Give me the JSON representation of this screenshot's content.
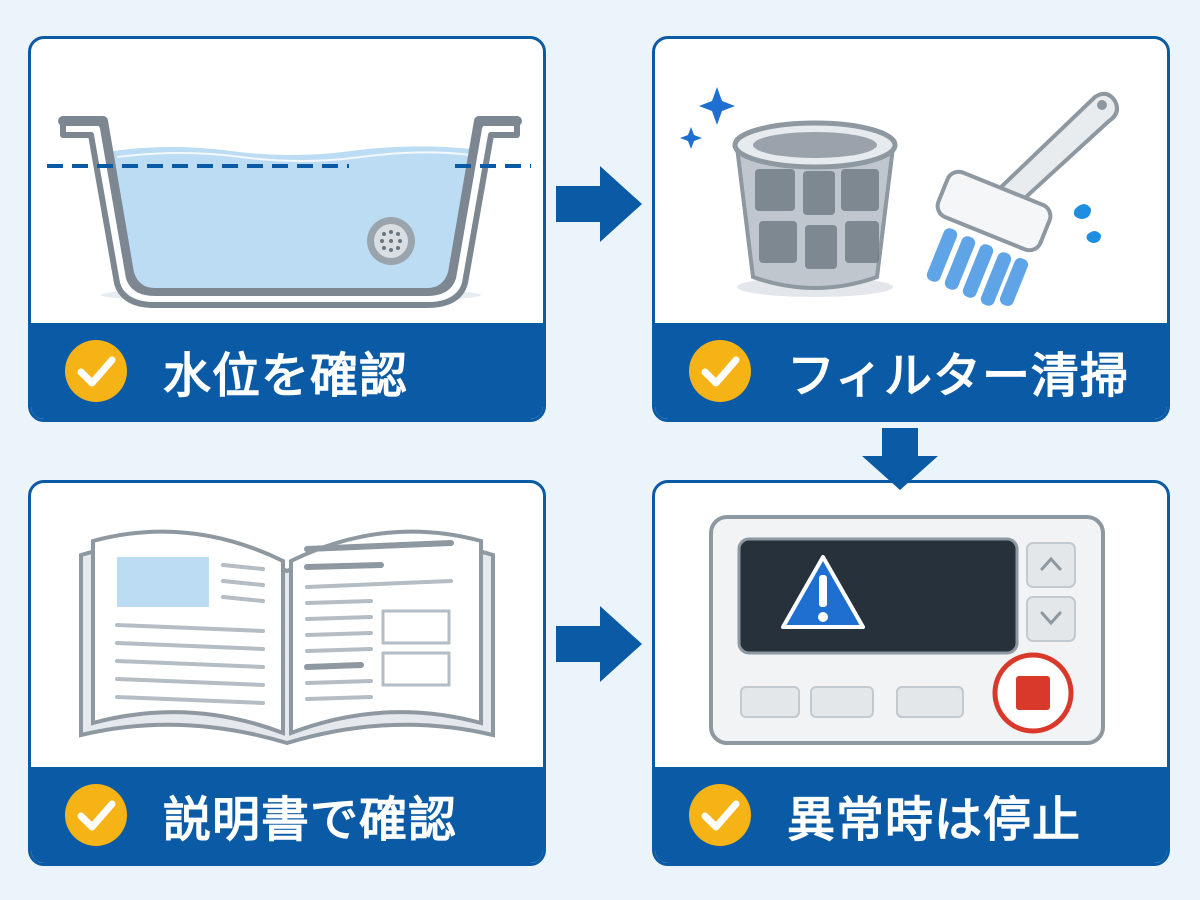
{
  "steps": [
    {
      "label": "水位を確認"
    },
    {
      "label": "フィルター清掃"
    },
    {
      "label": "説明書で確認"
    },
    {
      "label": "異常時は停止"
    }
  ],
  "colors": {
    "accent": "#0b5aa6",
    "check": "#f5b316",
    "background": "#eaf4fa",
    "water": "#bcdcf3",
    "stop": "#d9392b"
  }
}
